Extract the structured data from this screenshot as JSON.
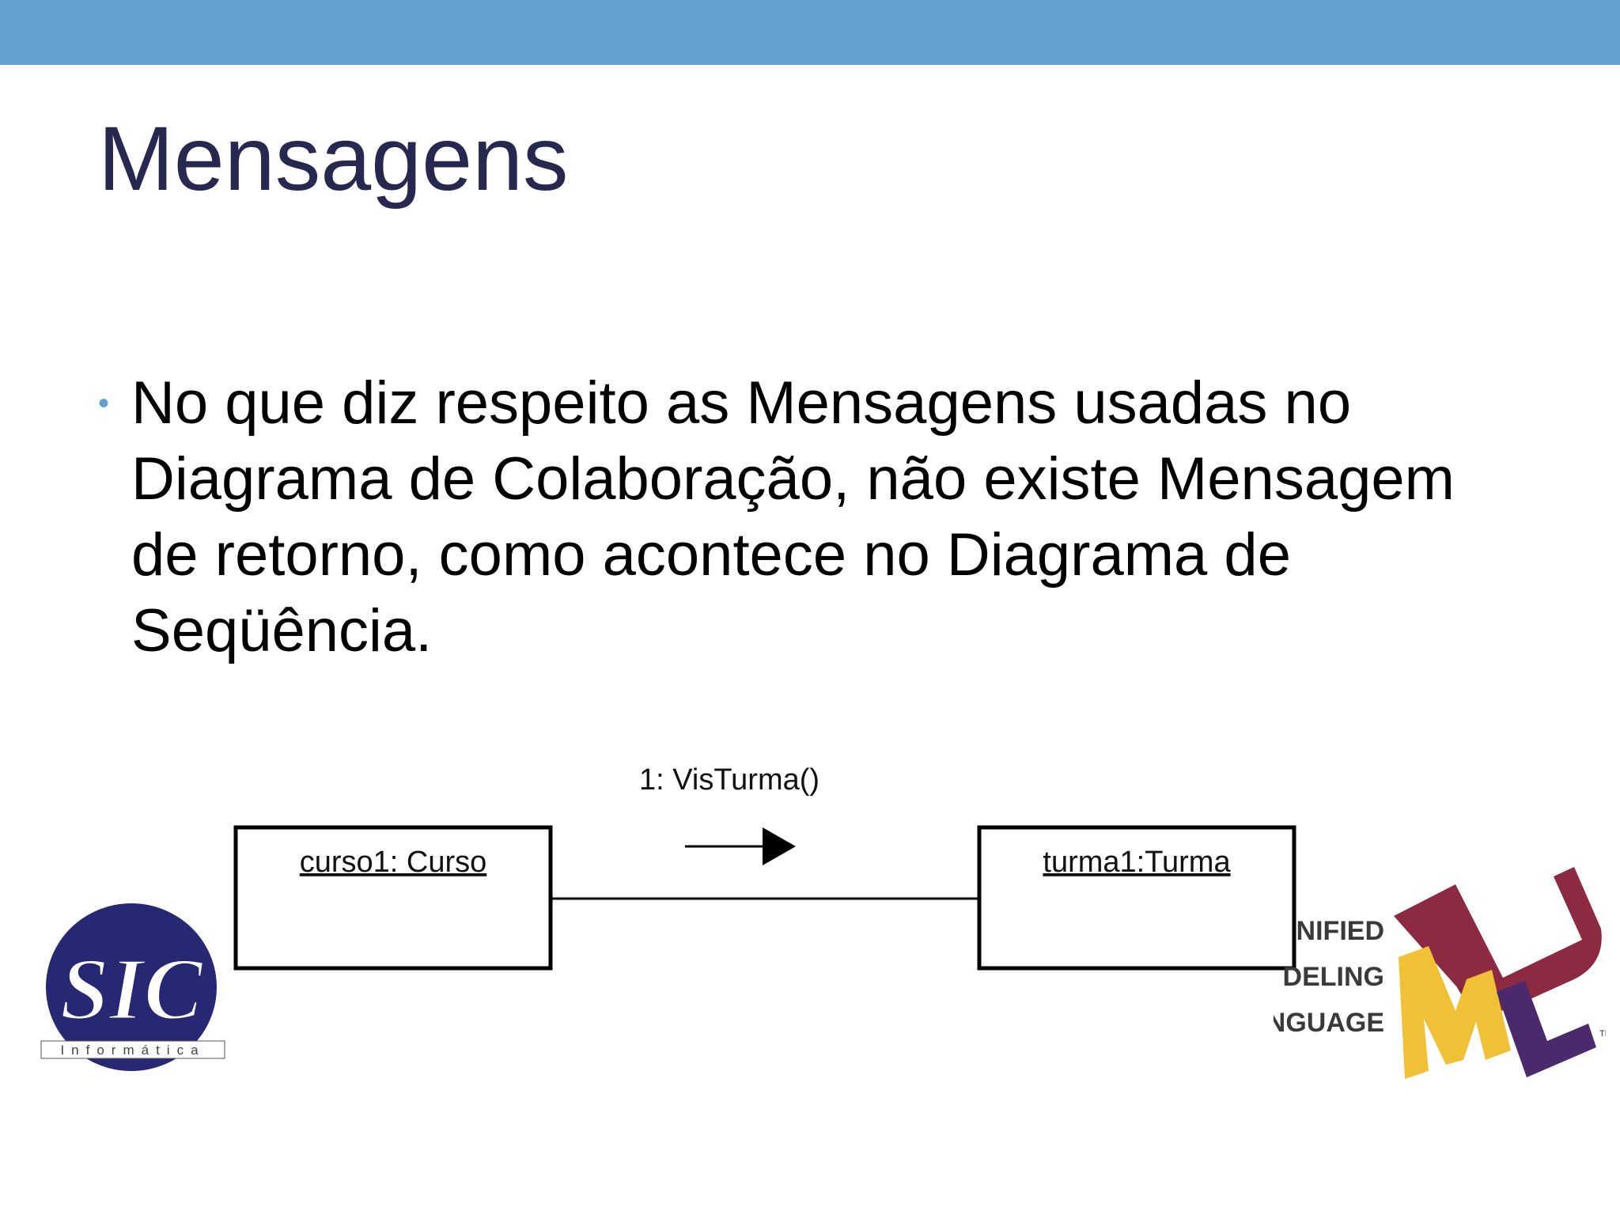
{
  "colors": {
    "topbar": "#62a0d2",
    "title": "#27284f",
    "bullet": "#62a0d2",
    "sic_blue": "#272874",
    "uml_red": "#8c2a42",
    "uml_yellow": "#f0c136",
    "uml_purple": "#4a2a6c"
  },
  "slide": {
    "title": "Mensagens",
    "bullets": [
      {
        "marker": "•",
        "text": "No que diz respeito as Mensagens usadas no Diagrama de Colaboração, não existe Mensagem de retorno, como acontece no Diagrama de Seqüência."
      }
    ]
  },
  "diagram": {
    "objects": [
      {
        "label": "curso1: Curso"
      },
      {
        "label": "turma1:Turma"
      }
    ],
    "message": {
      "label": "1: VisTurma()",
      "direction": "right"
    }
  },
  "logos": {
    "sic": {
      "letters": "SIC",
      "subtitle": "Informática"
    },
    "uml": {
      "lines": [
        "NIFIED",
        "DELING",
        "LANGUAGE"
      ],
      "letters": "UML",
      "trademark": "TM"
    }
  }
}
